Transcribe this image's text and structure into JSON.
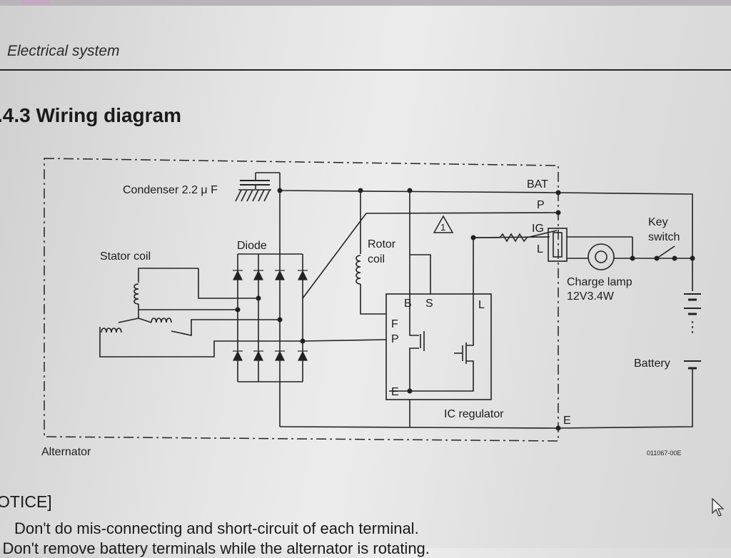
{
  "header": {
    "section": "Electrical system"
  },
  "heading": ".4.3 Wiring diagram",
  "diagram": {
    "condenser": "Condenser 2.2 μ F",
    "bat": "BAT",
    "p_terminal": "P",
    "ig": "IG",
    "l_terminal": "L",
    "key_switch_line1": "Key",
    "key_switch_line2": "switch",
    "warning_mark": "1",
    "diode": "Diode",
    "rotor_line1": "Rotor",
    "rotor_line2": "coil",
    "stator": "Stator coil",
    "charge_lamp_line1": "Charge lamp",
    "charge_lamp_line2": "12V3.4W",
    "reg_b": "B",
    "reg_s": "S",
    "reg_l": "L",
    "reg_f": "F",
    "reg_p": "P",
    "reg_e": "E",
    "battery": "Battery",
    "ic_regulator": "IC regulator",
    "e_terminal": "E",
    "alternator": "Alternator",
    "figure_code": "011067-00E"
  },
  "notice": {
    "title": "OTICE]",
    "item1_marker": ")",
    "item1": "Don't do mis-connecting and short-circuit of each terminal.",
    "item2": ") Don't remove battery terminals while the alternator is rotating."
  }
}
